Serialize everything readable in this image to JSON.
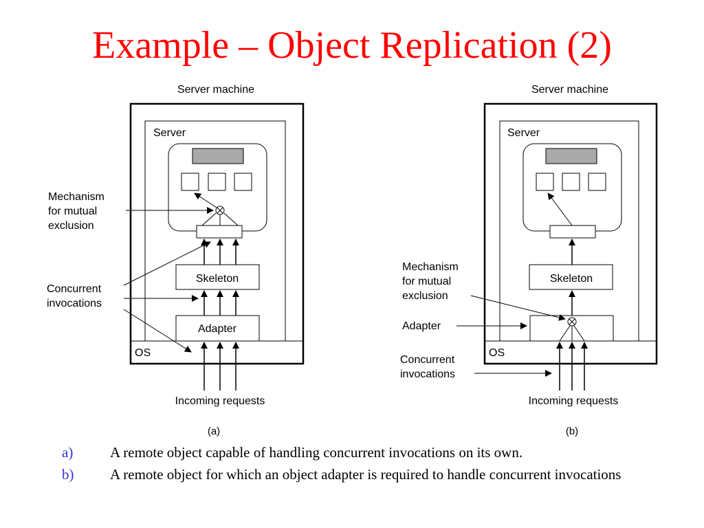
{
  "title": "Example – Object Replication (2)",
  "diagrams": [
    {
      "server_machine_label": "Server machine",
      "server_label": "Server",
      "os_label": "OS",
      "skeleton_label": "Skeleton",
      "adapter_label": "Adapter",
      "incoming_label": "Incoming requests",
      "mechanism_label": [
        "Mechanism",
        "for mutual",
        "exclusion"
      ],
      "concurrent_label": [
        "Concurrent",
        "invocations"
      ],
      "subfigure_label": "(a)"
    },
    {
      "server_machine_label": "Server machine",
      "server_label": "Server",
      "os_label": "OS",
      "skeleton_label": "Skeleton",
      "adapter_label": "Adapter",
      "incoming_label": "Incoming requests",
      "mechanism_label": [
        "Mechanism",
        "for mutual",
        "exclusion"
      ],
      "concurrent_label": [
        "Concurrent",
        "invocations"
      ],
      "subfigure_label": "(b)"
    }
  ],
  "captions": [
    {
      "marker": "a)",
      "text": "A remote object capable of handling concurrent invocations on its own."
    },
    {
      "marker": "b)",
      "text": "A remote object for which an object adapter is required to handle concurrent invocations"
    }
  ]
}
